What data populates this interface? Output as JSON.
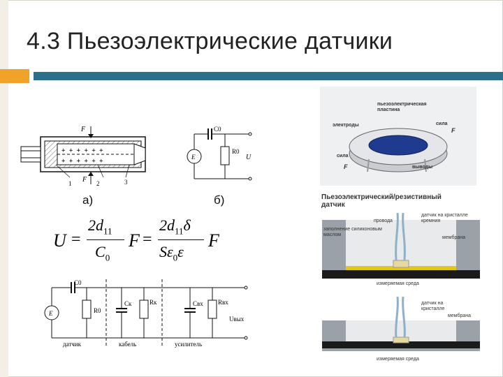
{
  "slide": {
    "title": "4.3 Пьезоэлектрические датчики",
    "label_a": "а)",
    "label_b": "б)"
  },
  "formula": {
    "u": "U",
    "eq1": "=",
    "num1": "2d",
    "sub11a": "11",
    "den1": "C",
    "den1_sub": "0",
    "f1": "F",
    "eq2": "=",
    "num2": "2d",
    "sub11b": "11",
    "delta": "δ",
    "den2": "Sε",
    "den2_sub": "0",
    "den2_eps": "ε",
    "f2": "F"
  },
  "diagram_a": {
    "force_label": "F",
    "force_label2": "F",
    "n1": "1",
    "n2": "2",
    "n3": "3"
  },
  "diagram_b": {
    "c0": "C0",
    "r0": "R0",
    "u": "U",
    "source": "E"
  },
  "circuit": {
    "c0": "C0",
    "r0": "R0",
    "ck": "Cк",
    "rk": "Rк",
    "cvx": "Cвх",
    "rvx": "Rвх",
    "uvyx": "Uвых",
    "source": "E",
    "lbl_sensor": "датчик",
    "lbl_cable": "кабель",
    "lbl_amp": "усилитель"
  },
  "photo_top": {
    "plate": "пьезоэлектрическая пластина",
    "electrodes": "электроды",
    "force1": "сила",
    "force2": "сила",
    "f1": "F",
    "f2": "F",
    "leads": "выводы"
  },
  "photo_bottom": {
    "title_line1": "Пьезоэлектрический/резистивный",
    "title_line2": "датчик",
    "wires": "провода",
    "sensor_on_crystal": "датчик на кристалле кремния",
    "filled": "заполнение силиконовым маслом",
    "membrane": "мембрана",
    "medium": "измеряемая среда",
    "sensor_on_crystal2": "датчик на кристалле",
    "membrane2": "мембрана",
    "medium2": "измеряемая среда"
  }
}
